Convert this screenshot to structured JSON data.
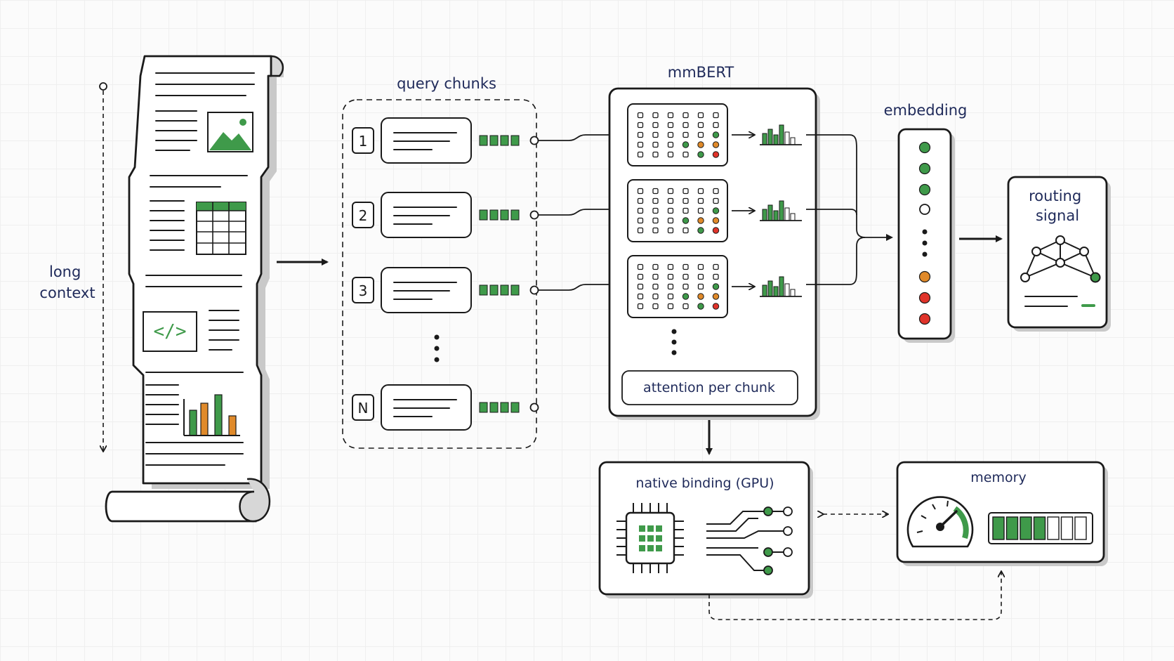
{
  "labels": {
    "long_context_line1": "long",
    "long_context_line2": "context",
    "query_chunks": "query chunks",
    "mmbert": "mmBERT",
    "attention_per_chunk": "attention per chunk",
    "embedding": "embedding",
    "routing_signal_line1": "routing",
    "routing_signal_line2": "signal",
    "native_binding": "native binding (GPU)",
    "memory": "memory"
  },
  "chunks": [
    "1",
    "2",
    "3",
    "N"
  ],
  "code_icon_text": "</>",
  "colors": {
    "ink": "#1a1a1a",
    "label": "#1f2a5a",
    "green": "#3f9a4a",
    "orange": "#e08a2a",
    "red": "#e0332a"
  },
  "embedding_dots": [
    "green",
    "green",
    "green",
    "empty",
    "dot",
    "dot",
    "dot",
    "orange",
    "red",
    "red"
  ],
  "memory_level": 0.57,
  "icons": [
    "document-scroll-icon",
    "image-icon",
    "table-icon",
    "code-icon",
    "bar-chart-icon",
    "histogram-icon",
    "chip-icon",
    "circuit-icon",
    "gauge-icon",
    "network-graph-icon"
  ]
}
